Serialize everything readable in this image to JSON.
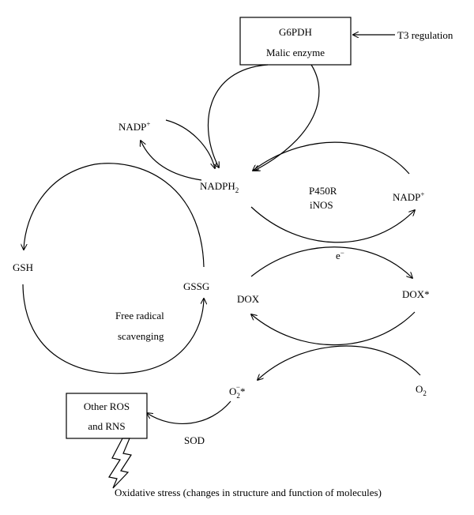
{
  "enzyme_box": {
    "line1": "G6PDH",
    "line2": "Malic enzyme"
  },
  "t3_label": "T3 regulation",
  "nadp_left": {
    "base": "NADP",
    "sup": "+"
  },
  "nadph2": {
    "base": "NADPH",
    "sub": "2"
  },
  "p450r": "P450R",
  "inos": "iNOS",
  "nadp_right": {
    "base": "NADP",
    "sup": "+"
  },
  "gsh": "GSH",
  "gssg": "GSSG",
  "free_radical": {
    "line1": "Free radical",
    "line2": "scavenging"
  },
  "electron": {
    "base": "e",
    "sup": "−"
  },
  "dox": "DOX",
  "dox_star": "DOX*",
  "o2": {
    "base": "O",
    "sub": "2"
  },
  "superoxide": {
    "base": "O",
    "sub": "2",
    "sup": "−",
    "tail": "*"
  },
  "ros_box": {
    "line1": "Other ROS",
    "line2": "and RNS"
  },
  "sod": "SOD",
  "oxidative_stress": "Oxidative stress (changes in structure and function of molecules)"
}
